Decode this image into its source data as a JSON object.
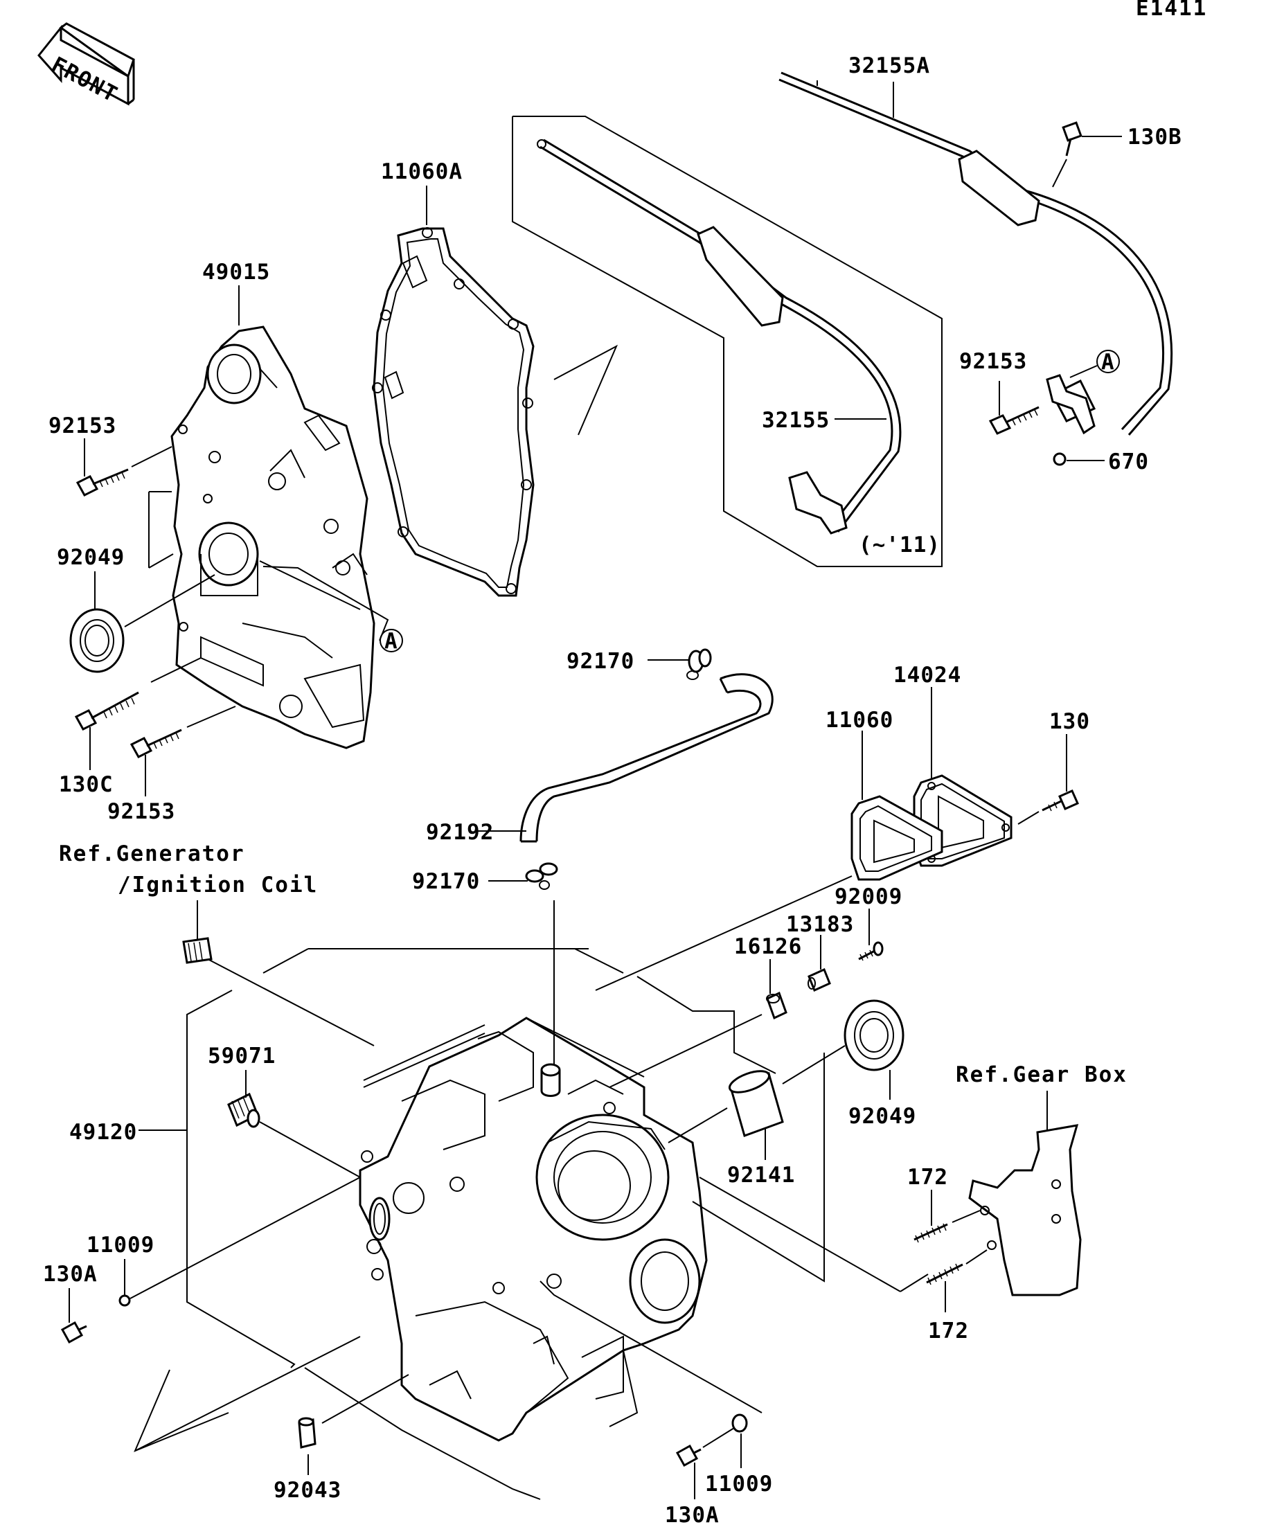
{
  "diagram_code": "E1411",
  "front_label": "FRONT",
  "marker_a": "A",
  "note_year": "(~'11)",
  "labels": {
    "p32155A": "32155A",
    "p130B": "130B",
    "p11060A": "11060A",
    "p49015": "49015",
    "p92153_top_left": "92153",
    "p92049_left": "92049",
    "p130C": "130C",
    "p92153_bottom_left": "92153",
    "p32155": "32155",
    "p92153_right": "92153",
    "p670": "670",
    "p92170_top": "92170",
    "p14024": "14024",
    "p11060": "11060",
    "p130": "130",
    "p92192": "92192",
    "p92170_mid": "92170",
    "p92009": "92009",
    "p13183": "13183",
    "p16126": "16126",
    "p59071": "59071",
    "p49120": "49120",
    "p92049_right": "92049",
    "p92141": "92141",
    "p172_top": "172",
    "p172_bottom": "172",
    "p11009_left": "11009",
    "p130A_left": "130A",
    "p92043": "92043",
    "p11009_bottom": "11009",
    "p130A_bottom": "130A"
  },
  "refs": {
    "generator_line1": "Ref.Generator",
    "generator_line2": "/Ignition Coil",
    "gear_box": "Ref.Gear Box"
  }
}
